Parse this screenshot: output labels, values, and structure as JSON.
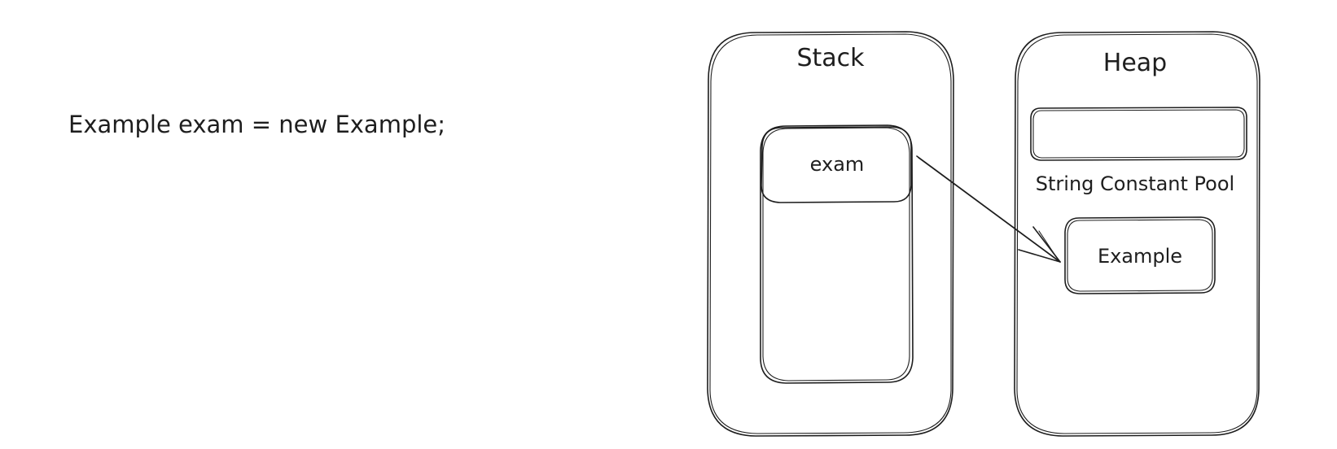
{
  "code": {
    "statement": "Example exam = new Example;"
  },
  "stack": {
    "title": "Stack",
    "frame": {
      "variable": "exam"
    }
  },
  "heap": {
    "title": "Heap",
    "string_pool": {
      "label": "String Constant Pool"
    },
    "object": {
      "label": "Example"
    }
  },
  "reference": {
    "from": "exam",
    "to": "Example"
  }
}
